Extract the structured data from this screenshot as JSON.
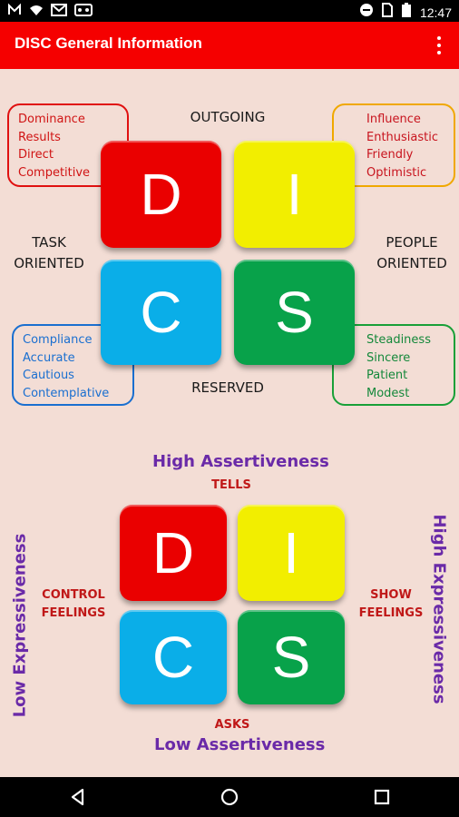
{
  "status_bar": {
    "time": "12:47",
    "icons": [
      "m-icon",
      "wifi-sync-icon",
      "gmail-icon",
      "voicemail-icon",
      "minus-circle-icon",
      "sim-icon",
      "battery-icon"
    ]
  },
  "app_bar": {
    "title": "DISC General Information",
    "menu_icon": "overflow-menu-icon"
  },
  "top_diagram": {
    "axes": {
      "top": "OUTGOING",
      "bottom": "RESERVED",
      "left": [
        "TASK",
        "ORIENTED"
      ],
      "right": [
        "PEOPLE",
        "ORIENTED"
      ]
    },
    "tiles": {
      "d": "D",
      "i": "I",
      "c": "C",
      "s": "S"
    },
    "notes": {
      "d": [
        "Dominance",
        "Results",
        "Direct",
        "Competitive"
      ],
      "i": [
        "Influence",
        "Enthusiastic",
        "Friendly",
        "Optimistic"
      ],
      "c": [
        "Compliance",
        "Accurate",
        "Cautious",
        "Contemplative"
      ],
      "s": [
        "Steadiness",
        "Sincere",
        "Patient",
        "Modest"
      ]
    },
    "colors": {
      "d": "#ea0000",
      "i": "#f2ee00",
      "c": "#0aaee8",
      "s": "#08a24a",
      "d_note": "#e01010",
      "i_note": "#f0a800",
      "c_note": "#1a6fd0",
      "s_note": "#18a038"
    }
  },
  "bottom_diagram": {
    "top_heading": "High Assertiveness",
    "top_sub": "TELLS",
    "bottom_heading": "Low Assertiveness",
    "bottom_sub": "ASKS",
    "left_vertical": "Low Expressiveness",
    "right_vertical": "High Expressiveness",
    "left_label": [
      "CONTROL",
      "FEELINGS"
    ],
    "right_label": [
      "SHOW",
      "FEELINGS"
    ],
    "tiles": {
      "d": "D",
      "i": "I",
      "c": "C",
      "s": "S"
    }
  },
  "nav_bar": {
    "buttons": [
      "back-icon",
      "home-icon",
      "recents-icon"
    ]
  }
}
